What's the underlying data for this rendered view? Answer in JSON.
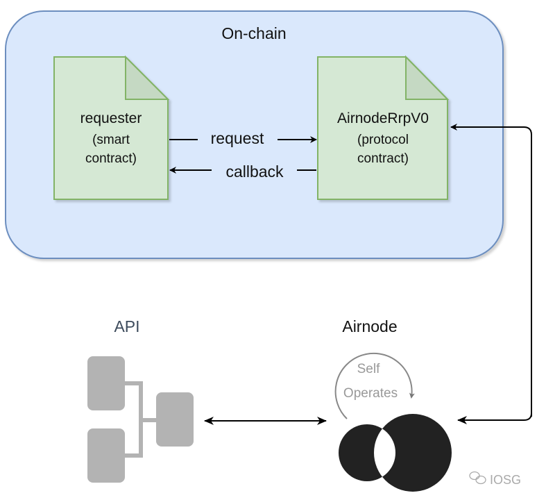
{
  "onchain": {
    "title": "On-chain",
    "fill": "#dae8fc",
    "stroke": "#6c8ebf"
  },
  "requester": {
    "line1": "requester",
    "line2": "(smart",
    "line3": "contract)"
  },
  "rrp": {
    "line1": "AirnodeRrpV0",
    "line2": "(protocol",
    "line3": "contract)"
  },
  "doc_colors": {
    "fill": "#d5e8d4",
    "stroke": "#82b366",
    "fold": "#c5d9c3"
  },
  "edges": {
    "request": "request",
    "callback": "callback"
  },
  "api": {
    "title": "API",
    "color": "#3d4b5c",
    "block_color": "#b3b3b3"
  },
  "airnode": {
    "title": "Airnode",
    "loop_line1": "Self",
    "loop_line2": "Operates",
    "logo_color": "#222222"
  },
  "watermark": {
    "text": "IOSG"
  }
}
